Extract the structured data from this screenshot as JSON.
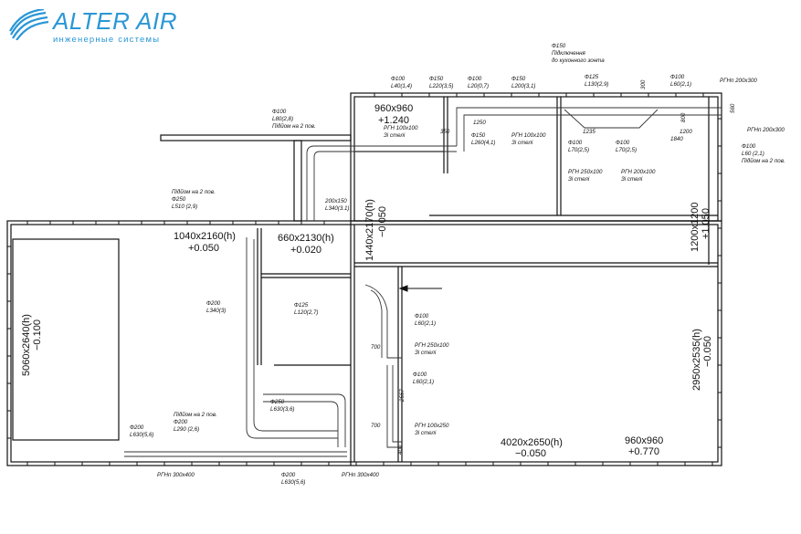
{
  "logo": {
    "brand": "ALTER AIR",
    "tagline": "инженерные системы",
    "icon": "wave-lines-icon",
    "color": "#2a97d6"
  },
  "rooms": [
    {
      "size": "960x960",
      "level": "+1.240"
    },
    {
      "size": "1040x2160(h)",
      "level": "+0.050"
    },
    {
      "size": "660x2130(h)",
      "level": "+0.020"
    },
    {
      "size": "1440x2170(h)",
      "level": "−0.050"
    },
    {
      "size": "1200x1200",
      "level": "+1.050"
    },
    {
      "size": "5060x2640(h)",
      "level": "−0.100"
    },
    {
      "size": "2950x2535(h)",
      "level": "−0.050"
    },
    {
      "size": "4020x2650(h)",
      "level": "−0.050"
    },
    {
      "size": "960x960",
      "level": "+0.770"
    }
  ],
  "annotations": {
    "a1": [
      "Ф150",
      "Підключення",
      "до кухонного зонта"
    ],
    "a2": [
      "Ф100",
      "L40(1,4)"
    ],
    "a3": [
      "Ф150",
      "L220(3,5)"
    ],
    "a4": [
      "Ф100",
      "L20(0,7)"
    ],
    "a5": [
      "Ф150",
      "L200(3,1)"
    ],
    "a6": [
      "Ф125",
      "L130(2,9)"
    ],
    "a7": [
      "Ф100",
      "L60(2,1)"
    ],
    "a8": "РГНп 200x300",
    "a9": [
      "Ф100",
      "L80(2,8)",
      "Підйом на 2 пов."
    ],
    "a10": [
      "РГН 100x100",
      "Зі стелі"
    ],
    "a11": [
      "Ф150",
      "L260(4,1)"
    ],
    "a12": [
      "РГН 100x100",
      "Зі стелі"
    ],
    "a13": [
      "Ф100",
      "L70(2,5)"
    ],
    "a14": [
      "Ф100",
      "L70(2,5)"
    ],
    "a15": [
      "РГН 250x100",
      "Зі стелі"
    ],
    "a16": [
      "РГН 200x100",
      "Зі стелі"
    ],
    "a17": "РГНп 200x300",
    "a18": [
      "Ф100",
      "L60 (2,1)",
      "Підйом на 2 пов."
    ],
    "a19": [
      "Підйом на 2 пов.",
      "Ф250",
      "L510 (2,9)"
    ],
    "a20": [
      "200x150",
      "L340(3.1)"
    ],
    "a21": [
      "Ф125",
      "L120(2,7)"
    ],
    "a22": [
      "Ф200",
      "L340(3)"
    ],
    "a23": [
      "Ф100",
      "L60(2,1)"
    ],
    "a24": [
      "РГН 250x100",
      "Зі стелі"
    ],
    "a25": [
      "Ф100",
      "L60(2,1)"
    ],
    "a26": [
      "Ф250",
      "L630(3,6)"
    ],
    "a27": [
      "Підйом на 2 пов.",
      "Ф200",
      "L290 (2,6)"
    ],
    "a28": [
      "РГН 100x250",
      "Зі стелі"
    ],
    "a29": [
      "Ф200",
      "L630(5,6)"
    ],
    "a30": "РГНп 300x400",
    "a31": [
      "Ф200",
      "L630(5,6)"
    ],
    "a32": "РГНп 300x400"
  },
  "dims": {
    "d1": "300",
    "d2": "1200",
    "d3": "1840",
    "d4": "350",
    "d5": "1235",
    "d6": "1250",
    "d7": "800",
    "d8": "560",
    "d9": "700",
    "d10": "700",
    "d11": "2557",
    "d12": "400"
  }
}
